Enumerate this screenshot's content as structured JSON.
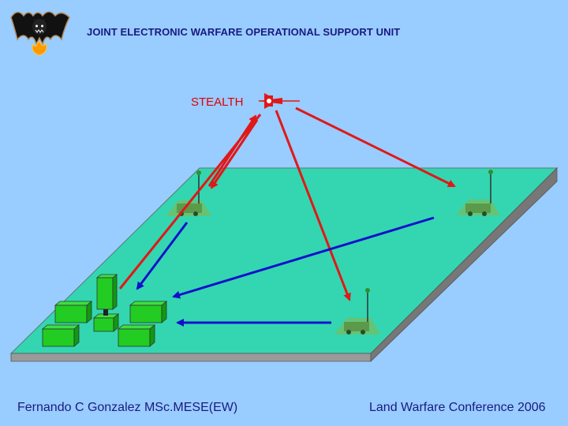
{
  "header": {
    "title": "JOINT ELECTRONIC WARFARE OPERATIONAL SUPPORT UNIT",
    "logo_icon": "bat-flame-emblem"
  },
  "diagram": {
    "aircraft_label": "STEALTH",
    "aircraft_icon": "stealth-aircraft-icon",
    "ground_color": "#33d6b0",
    "signal_colors": {
      "emission": "#e01818",
      "report": "#1010cc"
    }
  },
  "footer": {
    "author": "Fernando C Gonzalez MSc.MESE(EW)",
    "event": "Land Warfare Conference 2006"
  }
}
